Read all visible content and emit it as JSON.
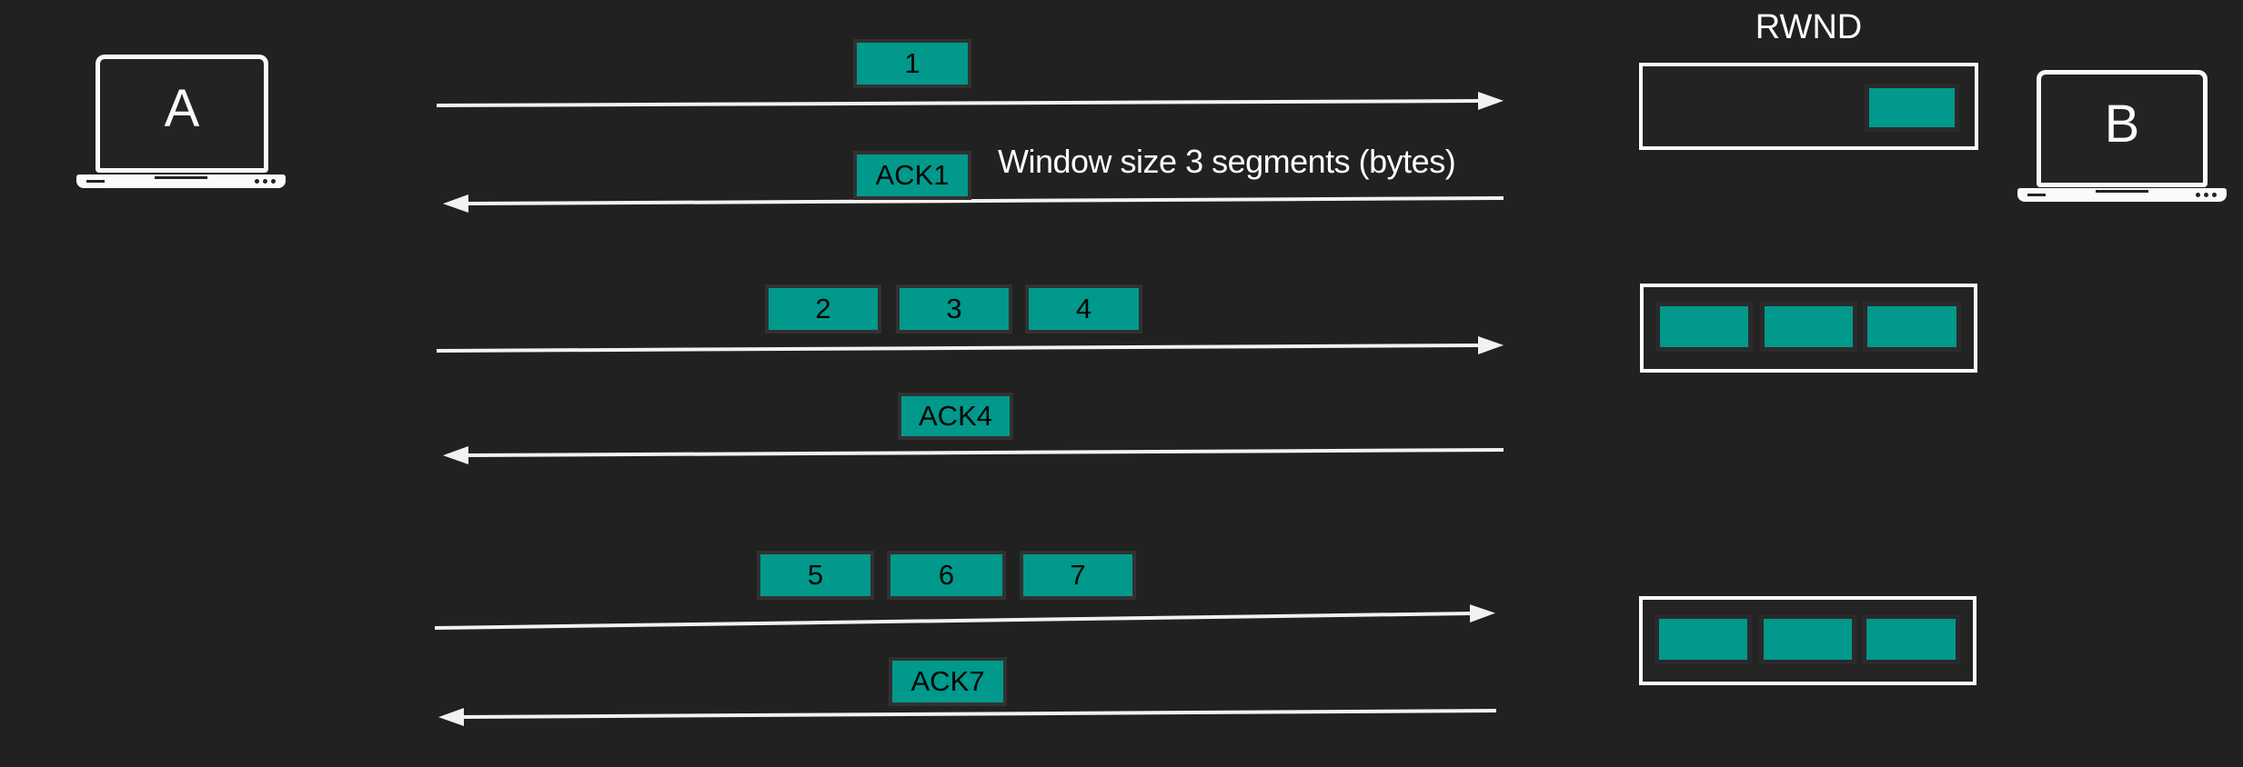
{
  "diagram": {
    "background_color": "#212121",
    "segment_color": "#00998c",
    "arrow_color": "#f2f2f2",
    "buffer_border_color": "#fdfdfd",
    "endpoints": {
      "sender_label": "A",
      "receiver_label": "B"
    },
    "receive_window": {
      "label": "RWND"
    },
    "annotation": "Window size 3 segments (bytes)",
    "flows": [
      {
        "segments": [
          "1"
        ],
        "ack": "ACK1",
        "data_arrow": "right",
        "ack_arrow": "left",
        "buffer_filled": 1
      },
      {
        "segments": [
          "2",
          "3",
          "4"
        ],
        "ack": "ACK4",
        "data_arrow": "right",
        "ack_arrow": "left",
        "buffer_filled": 3
      },
      {
        "segments": [
          "5",
          "6",
          "7"
        ],
        "ack": "ACK7",
        "data_arrow": "right",
        "ack_arrow": "left",
        "buffer_filled": 3
      }
    ]
  }
}
